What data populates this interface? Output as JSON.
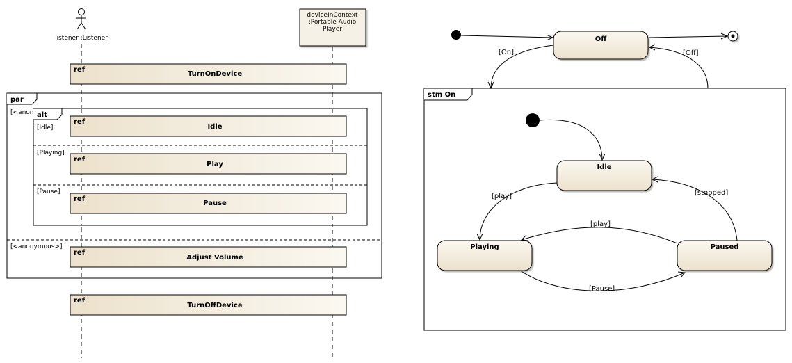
{
  "lifelines": {
    "listener": "listener :Listener",
    "device": [
      "deviceInContext",
      ":Portable Audio",
      "Player"
    ]
  },
  "sequence": {
    "ref_keyword": "ref",
    "refs": {
      "turn_on": "TurnOnDevice",
      "idle": "Idle",
      "play": "Play",
      "pause": "Pause",
      "adjust": "Adjust Volume",
      "turn_off": "TurnOffDevice"
    },
    "par": {
      "keyword": "par",
      "guard1": "[<anonymous>]",
      "guard2": "[<anonymous>]"
    },
    "alt": {
      "keyword": "alt",
      "guard_idle": "[Idle]",
      "guard_playing": "[Playing]",
      "guard_pause": "[Pause]"
    }
  },
  "state_machine": {
    "states": {
      "off": "Off",
      "idle": "Idle",
      "playing": "Playing",
      "paused": "Paused"
    },
    "composite_label": "stm On",
    "transitions": {
      "on": "[On]",
      "off": "[Off]",
      "play1": "[play]",
      "play2": "[play]",
      "stopped": "[stopped]",
      "pause": "[Pause]"
    }
  },
  "colors": {
    "fill_light": "#fbf8f1",
    "fill_dark": "#ece1cc",
    "stroke": "#000000"
  }
}
